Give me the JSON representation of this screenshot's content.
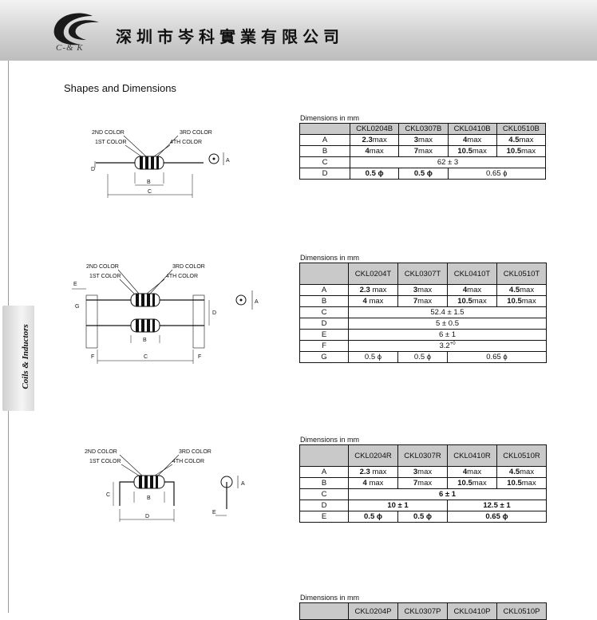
{
  "header": {
    "logo_text": "C-& K",
    "company": "深圳市岑科實業有限公司",
    "logo_color": "#1a1a1a"
  },
  "side_tab": {
    "label": "Coils & Inductors"
  },
  "section_title": "Shapes and Dimensions",
  "diagram_labels": {
    "color2": "2ND COLOR",
    "color1": "1ST COLOR",
    "color3": "3RD COLOR",
    "color4": "4TH COLOR",
    "a": "A",
    "b": "B",
    "c": "C",
    "d": "D",
    "e": "E",
    "f": "F",
    "g": "G"
  },
  "tables": [
    {
      "caption": "Dimensions in mm",
      "headers": [
        "CKL0204B",
        "CKL0307B",
        "CKL0410B",
        "CKL0510B"
      ],
      "rows": {
        "a": {
          "label": "A",
          "v1": "2.3",
          "v2": "3",
          "v3": "4",
          "v4": "4.5",
          "unit": "max"
        },
        "b": {
          "label": "B",
          "v1": "4",
          "v2": "7",
          "v3": "10.5",
          "v4": "10.5",
          "unit": "max"
        },
        "c": {
          "label": "C",
          "all": "62 ± 3"
        },
        "d": {
          "label": "D",
          "v1": "0.5 ϕ",
          "v2": "0.5 ϕ",
          "v34": "0.65 ϕ"
        }
      }
    },
    {
      "caption": "Dimensions in mm",
      "headers": [
        "CKL0204T",
        "CKL0307T",
        "CKL0410T",
        "CKL0510T"
      ],
      "rows": {
        "a": {
          "label": "A",
          "v1": "2.3",
          "v2": "3",
          "v3": "4",
          "v4": "4.5",
          "unit": "max"
        },
        "b": {
          "label": "B",
          "v1": "4",
          "v2": "7",
          "v3": "10.5",
          "v4": "10.5",
          "unit": "max"
        },
        "c": {
          "label": "C",
          "all": "52.4 ± 1.5"
        },
        "d": {
          "label": "D",
          "all": "5 ± 0.5"
        },
        "e": {
          "label": "E",
          "all": "6 ± 1"
        },
        "f": {
          "label": "F",
          "all": "3.2",
          "sup": "+0"
        },
        "g": {
          "label": "G",
          "v1": "0.5 ϕ",
          "v2": "0.5 ϕ",
          "v34": "0.65 ϕ"
        }
      }
    },
    {
      "caption": "Dimensions in mm",
      "headers": [
        "CKL0204R",
        "CKL0307R",
        "CKL0410R",
        "CKL0510R"
      ],
      "rows": {
        "a": {
          "label": "A",
          "v1": "2.3",
          "v2": "3",
          "v3": "4",
          "v4": "4.5",
          "unit": "max"
        },
        "b": {
          "label": "B",
          "v1": "4",
          "v2": "7",
          "v3": "10.5",
          "v4": "10.5",
          "unit": "max"
        },
        "c": {
          "label": "C",
          "all": "6 ± 1"
        },
        "d": {
          "label": "D",
          "v12": "10 ± 1",
          "v34": "12.5 ± 1"
        },
        "e": {
          "label": "E",
          "v1": "0.5 ϕ",
          "v2": "0.5 ϕ",
          "v34": "0.65 ϕ"
        }
      }
    },
    {
      "caption": "Dimensions in mm",
      "headers": [
        "CKL0204P",
        "CKL0307P",
        "CKL0410P",
        "CKL0510P"
      ]
    }
  ]
}
